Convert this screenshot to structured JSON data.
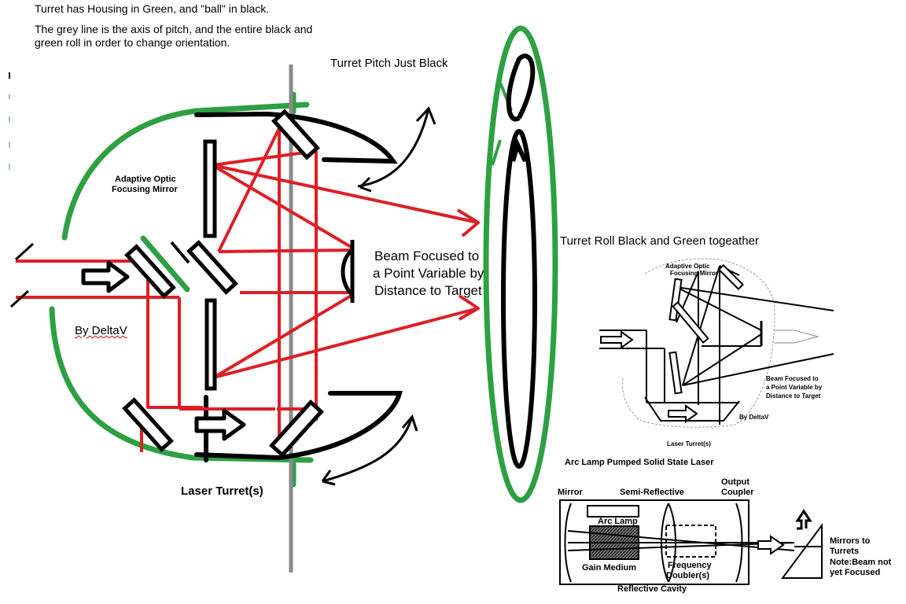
{
  "notes": {
    "line1": "Turret has Housing in Green, and \"ball\" in black.",
    "line2": "The grey line is the axis of pitch, and the entire black and",
    "line3": "green roll in order to change orientation."
  },
  "labels": {
    "pitch": "Turret Pitch Just Black",
    "roll": "Turret Roll  Black and Green togeather",
    "adaptive_optic_1": "Adaptive Optic",
    "adaptive_optic_2": "Focusing Mirror",
    "beam_1": "Beam Focused to",
    "beam_2": "a Point Variable by",
    "beam_3": "Distance to Target",
    "by_deltav": "By DeltaV",
    "laser_turret": "Laser Turret(s)"
  },
  "thumbnail": {
    "adaptive_1": "Adaptive Optic",
    "adaptive_2": "Focusing Mirror",
    "beam_1": "Beam Focused to",
    "beam_2": "a Point Variable by",
    "beam_3": "Distance to Target",
    "by_deltav": "By DeltaV",
    "laser_turret": "Laser Turret(s)"
  },
  "laser_schematic": {
    "title": "Arc Lamp Pumped Solid State Laser",
    "mirror": "Mirror",
    "semi_reflective": "Semi-Reflective",
    "output_coupler_1": "Output",
    "output_coupler_2": "Coupler",
    "arc_lamp": "Arc Lamp",
    "gain_medium": "Gain Medium",
    "frequency_doubler_1": "Frequency",
    "frequency_doubler_2": "Doubler(s)",
    "reflective_cavity": "Reflective Cavity",
    "mirrors_to_turrets_1": "Mirrors to",
    "mirrors_to_turrets_2": "Turrets",
    "note_1": "Note:Beam not",
    "note_2": "yet Focused"
  },
  "colors": {
    "housing": "#2ea043",
    "ball": "#000000",
    "beam": "#dd1f26",
    "pitch_axis": "#8a8a8a"
  }
}
